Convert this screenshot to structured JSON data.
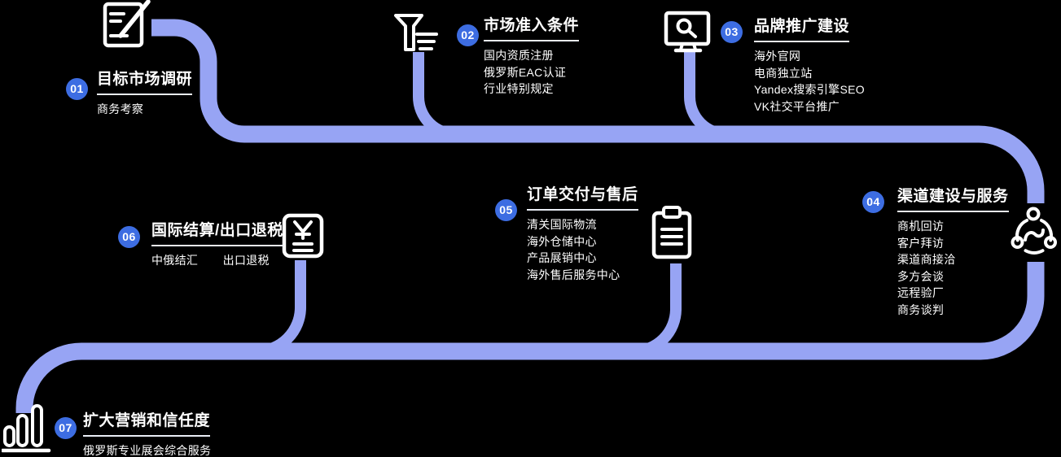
{
  "theme": {
    "background_color": "#000000",
    "path_color": "#97a4f4",
    "badge_color": "#3d6de2",
    "text_color": "#ffffff"
  },
  "steps": [
    {
      "number": "01",
      "title": "目标市场调研",
      "icon": "document-edit-icon",
      "items": [
        "商务考察"
      ]
    },
    {
      "number": "02",
      "title": "市场准入条件",
      "icon": "funnel-icon",
      "items": [
        "国内资质注册",
        "俄罗斯EAC认证",
        "行业特别规定"
      ]
    },
    {
      "number": "03",
      "title": "品牌推广建设",
      "icon": "monitor-search-icon",
      "items": [
        "海外官网",
        "电商独立站",
        "Yandex搜索引擎SEO",
        "VK社交平台推广"
      ]
    },
    {
      "number": "04",
      "title": "渠道建设与服务",
      "icon": "share-network-icon",
      "items": [
        "商机回访",
        "客户拜访",
        "渠道商接洽",
        "多方会谈",
        "远程验厂",
        "商务谈判"
      ]
    },
    {
      "number": "05",
      "title": "订单交付与售后",
      "icon": "clipboard-icon",
      "items": [
        "清关国际物流",
        "海外仓储中心",
        "产品展销中心",
        "海外售后服务中心"
      ]
    },
    {
      "number": "06",
      "title": "国际结算/出口退税",
      "icon": "yuan-invoice-icon",
      "items": [
        "中俄结汇",
        "出口退税"
      ]
    },
    {
      "number": "07",
      "title": "扩大营销和信任度",
      "icon": "bar-chart-icon",
      "items": [
        "俄罗斯专业展会综合服务"
      ]
    }
  ]
}
